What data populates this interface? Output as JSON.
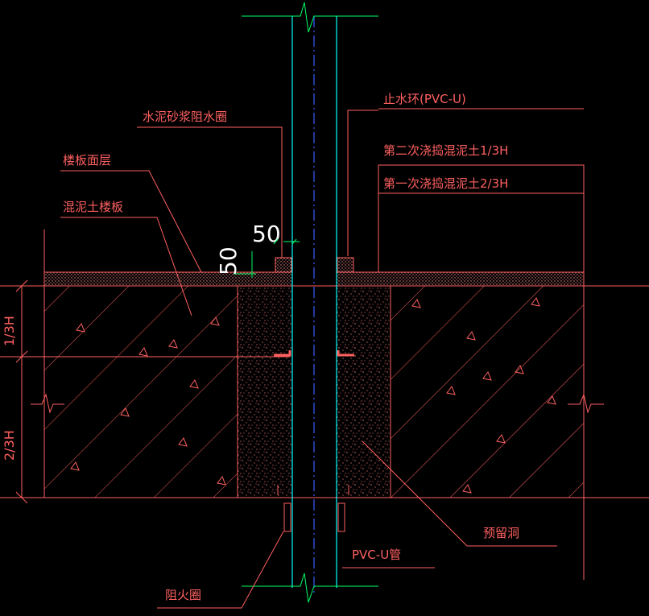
{
  "labels": {
    "mortar_ring": "水泥砂浆阻水圈",
    "floor_finish": "楼板面层",
    "concrete_slab": "混泥土楼板",
    "water_stop_ring": "止水环(PVC-U)",
    "second_pour": "第二次浇捣混泥土1/3H",
    "first_pour": "第一次浇捣混泥土2/3H",
    "reserved_hole": "预留洞",
    "pvc_pipe": "PVC-U管",
    "fire_ring": "阻火圈"
  },
  "dimensions": {
    "ring_width": "50",
    "ring_height": "50",
    "upper_third": "1/3H",
    "lower_two_thirds": "2/3H"
  },
  "colors": {
    "background": "#000000",
    "annotation": "#ff6060",
    "pipe_wall": "#00ffff",
    "centerline": "#3a5cff",
    "cut_line": "#00ff66",
    "dimension_text": "#ffffff"
  }
}
